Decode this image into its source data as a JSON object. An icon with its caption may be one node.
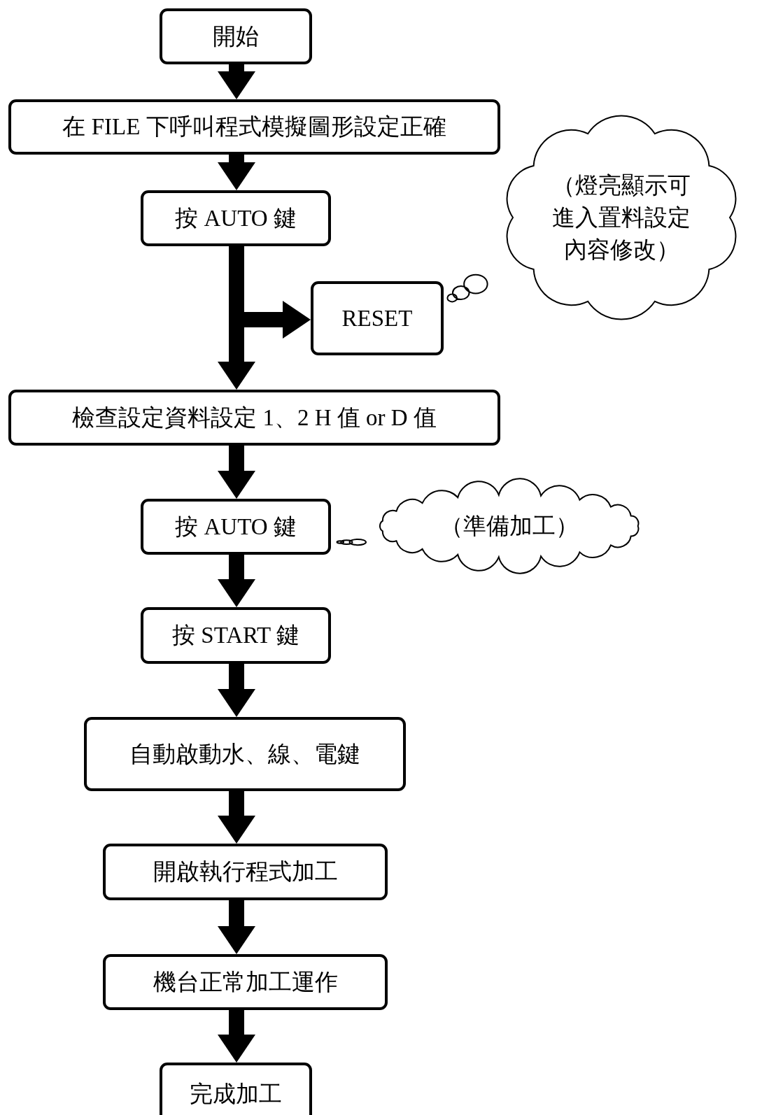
{
  "diagram": {
    "nodes": [
      {
        "text": [
          "開始"
        ]
      },
      {
        "text": [
          "在 FILE 下呼叫程式模擬圖形設定正確"
        ]
      },
      {
        "text": [
          "按 AUTO 鍵"
        ]
      },
      {
        "text": [
          "RESET"
        ]
      },
      {
        "text": [
          "檢查設定資料設定 1、2 H 值 or D 值"
        ]
      },
      {
        "text": [
          "按 AUTO 鍵"
        ]
      },
      {
        "text": [
          "按 START 鍵"
        ]
      },
      {
        "text": [
          "自動啟動水、線、電鍵"
        ]
      },
      {
        "text": [
          "開啟執行程式加工"
        ]
      },
      {
        "text": [
          "機台正常加工運作"
        ]
      },
      {
        "text": [
          "完成加工"
        ]
      },
      {
        "text": [
          "（燈亮顯示可進入置料設定內容修改）"
        ]
      },
      {
        "text": [
          "（準備加工）"
        ]
      }
    ],
    "edges": [
      {
        "from": 0,
        "to": 1,
        "arrow": "to"
      },
      {
        "from": 1,
        "to": 2,
        "arrow": "to"
      },
      {
        "from": 2,
        "to": 4,
        "arrow": "to"
      },
      {
        "from": 2,
        "to": 3,
        "arrow": "to"
      },
      {
        "from": 4,
        "to": 5,
        "arrow": "to"
      },
      {
        "from": 5,
        "to": 6,
        "arrow": "to"
      },
      {
        "from": 6,
        "to": 7,
        "arrow": "to"
      },
      {
        "from": 7,
        "to": 8,
        "arrow": "to"
      },
      {
        "from": 8,
        "to": 9,
        "arrow": "to"
      },
      {
        "from": 9,
        "to": 10,
        "arrow": "to"
      },
      {
        "from": 11,
        "to": 3,
        "arrow": "none"
      },
      {
        "from": 12,
        "to": 5,
        "arrow": "none"
      }
    ]
  }
}
